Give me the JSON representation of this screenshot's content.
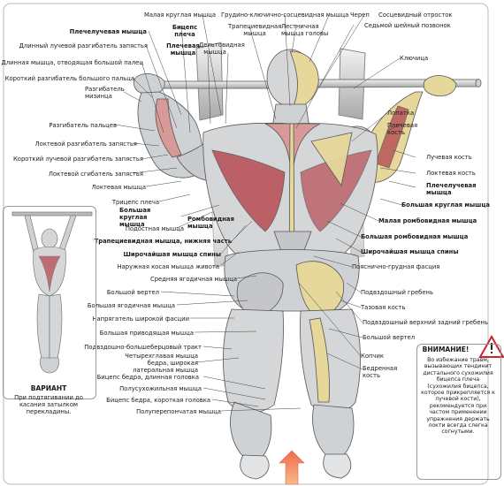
{
  "labels_left": [
    "Плечелучевая мышца",
    "Длинный лучевой разгибатель запястья",
    "Длинная мышца, отводящая большой палец",
    "Короткий разгибатель большого пальца",
    "Разгибатель мизинца",
    "Разгибатель пальцев",
    "Локтевой разгибатель запястья",
    "Короткий лучевой разгибатель запястья",
    "Локтевой сгибатель запястья",
    "Локтевая мышца",
    "Трицепс плеча",
    "Большая круглая мышца",
    "Подостная мышца",
    "Трапециевидная мышца, нижняя часть",
    "Широчайшая мышца спины",
    "Наружная косая мышца живота",
    "Средняя ягодичная мышца",
    "Большой вертел",
    "Большая ягодичная мышца",
    "Напрягатель широкой фасции",
    "Большая приводящая мышца",
    "Подвздошно-большеберцовый тракт",
    "Четырехглавая мышца бедра, широкая латеральная мышца",
    "Бицепс бедра, длинная головка",
    "Полусухожильная мышца",
    "Бицепс бедра, короткая головка",
    "Полуперепончатая мышца"
  ],
  "labels_top": [
    "Малая круглая мышца",
    "Бицепс плеча",
    "Плечевая мышца",
    "Дельтовидная мышца",
    "Грудино-ключично-сосцевидная мышца",
    "Трапециевидная мышца",
    "Лестничная мышца головы",
    "Ромбовидная мышца",
    "Череп",
    "Сосцевидный отросток",
    "Седьмой шейный позвонок"
  ],
  "labels_right": [
    "Ключица",
    "Лопатка",
    "Плечевая кость",
    "Лучевая кость",
    "Локтевая кость",
    "Плечелучевая мышца",
    "Большая круглая мышца",
    "Малая ромбовидная мышца",
    "Большая ромбовидная мышца",
    "Широчайшая мышца спины",
    "Пояснично-грудная фасция",
    "Подвздошный гребень",
    "Тазовая кость",
    "Подвздошный верхний задний гребень",
    "Большой вертел",
    "Копчик",
    "Бедренная кость"
  ],
  "variant": {
    "title": "ВАРИАНТ",
    "text": "При подтягивании до касания затылком перекладины."
  },
  "warning": {
    "title": "ВНИМАНИЕ!",
    "text": "Во избежание травм, вызывающих тендинит дистального сухожилия бицепса плеча (сухожилия бицепса, которое прикрепляется к лучевой кости), рекомендуется при частом применении упражнения держать локти всегда слегка согнутыми."
  },
  "colors": {
    "muscle_red": "#b9545a",
    "muscle_pink": "#d79a98",
    "bone": "#e6d79a",
    "body_grey": "#d4d6d8",
    "outline": "#555555",
    "warning_red": "#c8272d",
    "arrow_orange": "#f08a5a"
  }
}
